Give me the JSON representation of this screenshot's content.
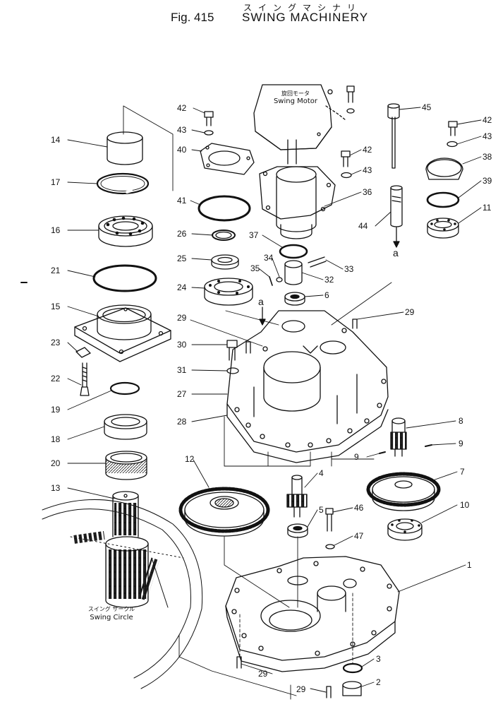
{
  "header": {
    "title_jp": "スイングマシナリ",
    "fig_label": "Fig. 415",
    "title_en": "SWING MACHINERY"
  },
  "annotations": {
    "motor_jp": "旋回モータ",
    "motor_en": "Swing Motor",
    "circle_jp": "スイング サークル",
    "circle_en": "Swing Circle",
    "arrow_a1": "a",
    "arrow_a2": "a"
  },
  "callouts": [
    {
      "id": "c14",
      "text": "14"
    },
    {
      "id": "c17",
      "text": "17"
    },
    {
      "id": "c16",
      "text": "16"
    },
    {
      "id": "c21",
      "text": "21"
    },
    {
      "id": "c15",
      "text": "15"
    },
    {
      "id": "c23",
      "text": "23"
    },
    {
      "id": "c22",
      "text": "22"
    },
    {
      "id": "c19",
      "text": "19"
    },
    {
      "id": "c18",
      "text": "18"
    },
    {
      "id": "c20",
      "text": "20"
    },
    {
      "id": "c13",
      "text": "13"
    },
    {
      "id": "c42a",
      "text": "42"
    },
    {
      "id": "c43a",
      "text": "43"
    },
    {
      "id": "c40",
      "text": "40"
    },
    {
      "id": "c41",
      "text": "41"
    },
    {
      "id": "c26",
      "text": "26"
    },
    {
      "id": "c25",
      "text": "25"
    },
    {
      "id": "c24",
      "text": "24"
    },
    {
      "id": "c29a",
      "text": "29"
    },
    {
      "id": "c30",
      "text": "30"
    },
    {
      "id": "c31",
      "text": "31"
    },
    {
      "id": "c27",
      "text": "27"
    },
    {
      "id": "c28",
      "text": "28"
    },
    {
      "id": "c12",
      "text": "12"
    },
    {
      "id": "c42b",
      "text": "42"
    },
    {
      "id": "c43b",
      "text": "43"
    },
    {
      "id": "c36",
      "text": "36"
    },
    {
      "id": "c37",
      "text": "37"
    },
    {
      "id": "c34",
      "text": "34"
    },
    {
      "id": "c35",
      "text": "35"
    },
    {
      "id": "c33",
      "text": "33"
    },
    {
      "id": "c32",
      "text": "32"
    },
    {
      "id": "c6",
      "text": "6"
    },
    {
      "id": "c45",
      "text": "45"
    },
    {
      "id": "c44",
      "text": "44"
    },
    {
      "id": "c42c",
      "text": "42"
    },
    {
      "id": "c43c",
      "text": "43"
    },
    {
      "id": "c38",
      "text": "38"
    },
    {
      "id": "c39",
      "text": "39"
    },
    {
      "id": "c11",
      "text": "11"
    },
    {
      "id": "c29b",
      "text": "29"
    },
    {
      "id": "c8",
      "text": "8"
    },
    {
      "id": "c9a",
      "text": "9"
    },
    {
      "id": "c9b",
      "text": "9"
    },
    {
      "id": "c7",
      "text": "7"
    },
    {
      "id": "c10",
      "text": "10"
    },
    {
      "id": "c4",
      "text": "4"
    },
    {
      "id": "c5",
      "text": "5"
    },
    {
      "id": "c46",
      "text": "46"
    },
    {
      "id": "c47",
      "text": "47"
    },
    {
      "id": "c1",
      "text": "1"
    },
    {
      "id": "c3",
      "text": "3"
    },
    {
      "id": "c2",
      "text": "2"
    },
    {
      "id": "c29c",
      "text": "29"
    },
    {
      "id": "c29d",
      "text": "29"
    }
  ]
}
